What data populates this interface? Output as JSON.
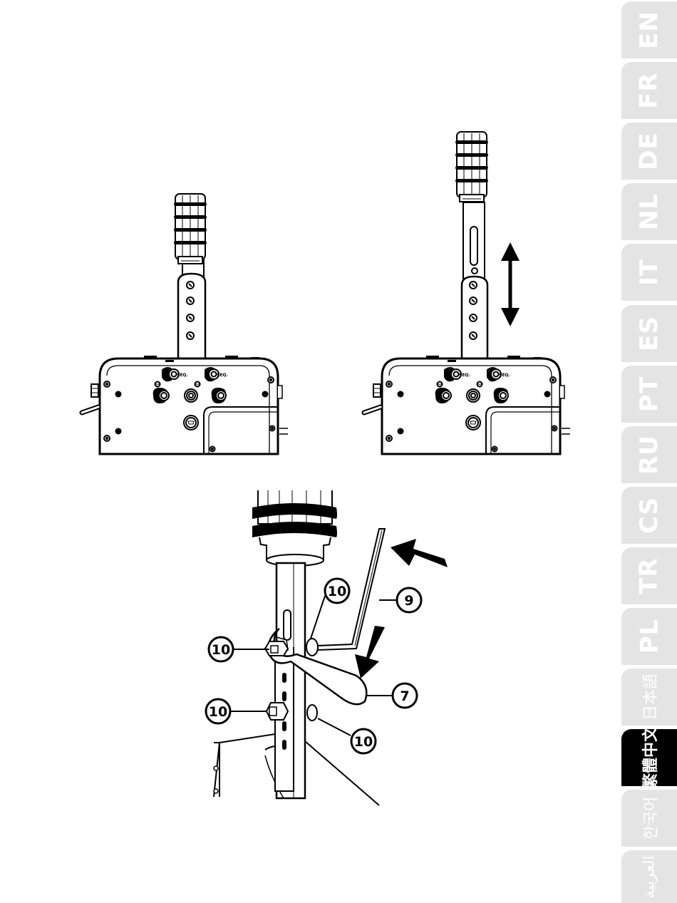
{
  "languages": [
    {
      "code": "EN",
      "active": false
    },
    {
      "code": "FR",
      "active": false
    },
    {
      "code": "DE",
      "active": false
    },
    {
      "code": "NL",
      "active": false
    },
    {
      "code": "IT",
      "active": false
    },
    {
      "code": "ES",
      "active": false
    },
    {
      "code": "PT",
      "active": false
    },
    {
      "code": "RU",
      "active": false
    },
    {
      "code": "CS",
      "active": false
    },
    {
      "code": "TR",
      "active": false
    },
    {
      "code": "PL",
      "active": false
    },
    {
      "code": "日本語",
      "active": false
    },
    {
      "code": "繁體中文",
      "active": true
    },
    {
      "code": "한국어",
      "active": false
    },
    {
      "code": "العربية",
      "active": false
    }
  ],
  "figure": {
    "port_label": "SEQ.",
    "callouts": {
      "wrench": "7",
      "hex_key": "9",
      "screw_top": "10",
      "nut_left_top": "10",
      "nut_left_bottom": "10",
      "screw_bottom": "10"
    }
  }
}
